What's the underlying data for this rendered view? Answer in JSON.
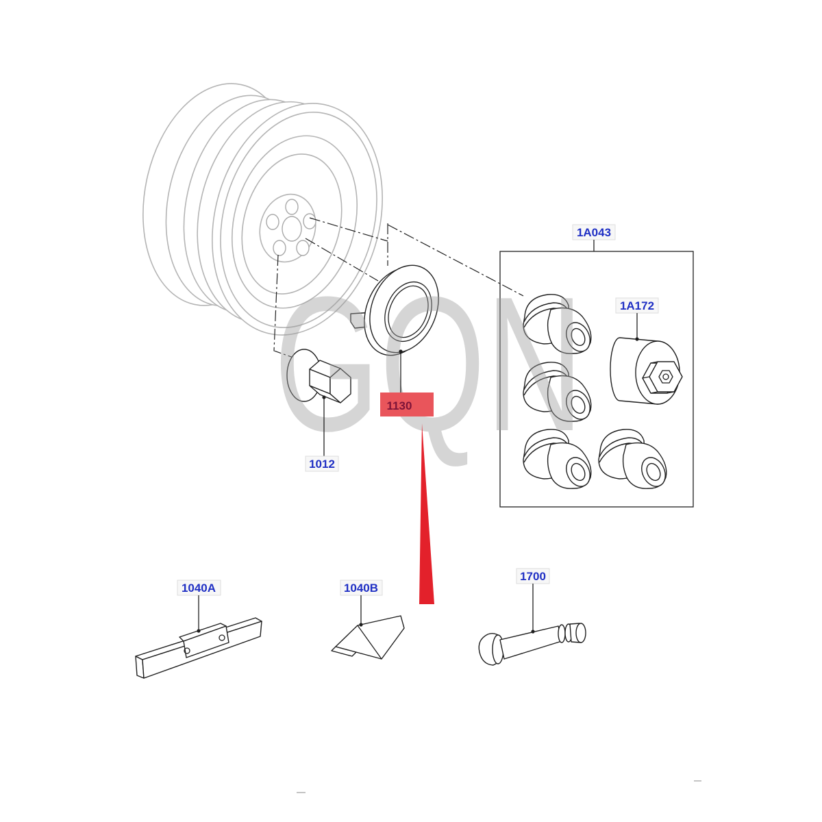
{
  "diagram": {
    "watermark": "GQN",
    "labels": {
      "kit": "1A043",
      "key": "1A172",
      "cap": "1130",
      "nut": "1012",
      "weight_a": "1040A",
      "weight_b": "1040B",
      "valve": "1700"
    },
    "colors": {
      "label": "#1f2fc4",
      "highlight": "#e9555b",
      "highlight_text": "#7d1338",
      "arrow": "#e3212b",
      "wheel_line": "#b4b4b4",
      "part_line": "#1e1e1e",
      "watermark": "#9c9c9c"
    }
  }
}
